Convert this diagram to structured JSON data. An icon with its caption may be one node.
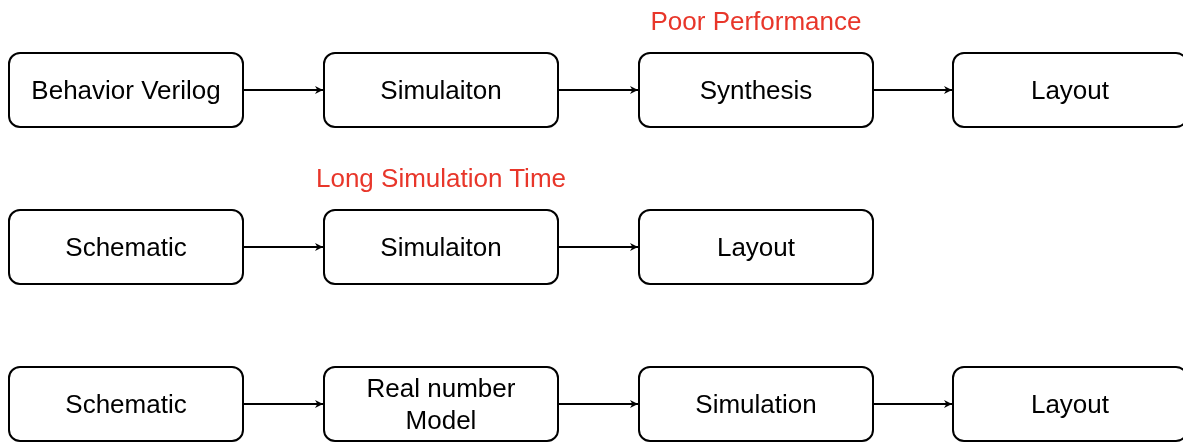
{
  "diagram": {
    "nodes": [
      {
        "text": [
          "Behavior Verilog"
        ]
      },
      {
        "text": [
          "Simulaiton"
        ]
      },
      {
        "text": [
          "Synthesis"
        ],
        "beside": [
          "Poor Performance"
        ]
      },
      {
        "text": [
          "Layout"
        ]
      },
      {
        "text": [
          "Schematic"
        ]
      },
      {
        "text": [
          "Simulaiton"
        ],
        "beside": [
          "Long Simulation Time"
        ]
      },
      {
        "text": [
          "Layout"
        ]
      },
      {
        "text": [
          "Schematic"
        ]
      },
      {
        "text": [
          "Real number Model"
        ]
      },
      {
        "text": [
          "Simulation"
        ]
      },
      {
        "text": [
          "Layout"
        ]
      }
    ],
    "edges": [
      {
        "from": 0,
        "to": 1,
        "arrow": "to"
      },
      {
        "from": 1,
        "to": 2,
        "arrow": "to"
      },
      {
        "from": 2,
        "to": 3,
        "arrow": "to"
      },
      {
        "from": 4,
        "to": 5,
        "arrow": "to"
      },
      {
        "from": 5,
        "to": 6,
        "arrow": "to"
      },
      {
        "from": 7,
        "to": 8,
        "arrow": "to"
      },
      {
        "from": 8,
        "to": 9,
        "arrow": "to"
      },
      {
        "from": 9,
        "to": 10,
        "arrow": "to"
      }
    ]
  }
}
